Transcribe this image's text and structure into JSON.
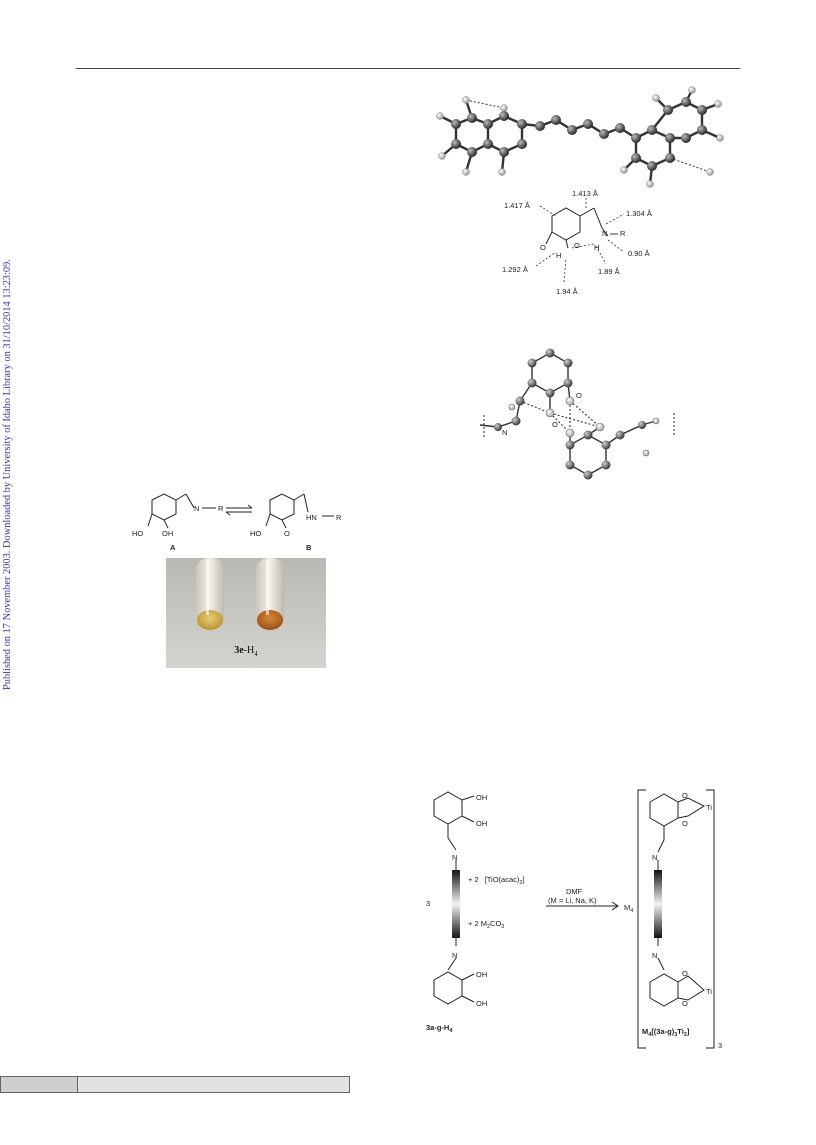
{
  "side_note": "Published on 17 November 2003. Downloaded by University of Idaho Library on 31/10/2014 13:23:09.",
  "h_bond_figure": {
    "labels": {
      "top_bond": "1.413 Å",
      "upper_left_bond": "1.417 Å",
      "upper_right_bond": "1.304 Å",
      "nh_distance": "0.90 Å",
      "co_bond": "1.292 Å",
      "oh_distance": "1.89 Å",
      "h_h_distance": "1.94 Å"
    },
    "atoms": {
      "o1": "O",
      "h1": "H",
      "o2": "O",
      "h2": "H",
      "n": "N",
      "r": "R"
    }
  },
  "dimer_figure": {
    "atoms": {
      "o": "O",
      "n": "N",
      "o_lower": "O"
    }
  },
  "tautomer_figure": {
    "a_label": "A",
    "b_label": "B",
    "a_groups": {
      "ho": "HO",
      "oh": "OH",
      "n": "N",
      "r": "R"
    },
    "b_groups": {
      "ho": "HO",
      "o": "O",
      "hn": "HN",
      "r": "R"
    },
    "photo_caption_bold": "3e",
    "photo_caption_rest": "-H",
    "photo_caption_sub": "4"
  },
  "scheme": {
    "oh_top1": "OH",
    "oh_top2": "OH",
    "n_top": "N",
    "oh_bot1": "OH",
    "oh_bot2": "OH",
    "n_bot": "N",
    "coeff": "3",
    "reagent1_prefix": "+  2",
    "reagent1": "[TiO(acac)",
    "reagent1_sub": "2",
    "reagent1_end": "]",
    "reagent2_prefix": "+  2 M",
    "reagent2_sub": "2",
    "reagent2_end": "CO",
    "reagent2_sub2": "3",
    "solvent": "DMF",
    "conditions": "(M = Li, Na, K)",
    "m4": "M",
    "m4_sub": "4",
    "ti_top": "Ti",
    "ti_bot": "Ti",
    "o_top1": "O",
    "o_top2": "O",
    "o_bot1": "O",
    "o_bot2": "O",
    "n_prod_top": "N",
    "n_prod_bot": "N",
    "bracket_sub": "3",
    "reactant_label": "3a-g-H",
    "reactant_label_sub": "4",
    "product_label": "M",
    "product_label_sub": "4",
    "product_label_rest": "[(3a-g)",
    "product_label_sub2": "3",
    "product_label_rest2": "Ti",
    "product_label_sub3": "2",
    "product_label_end": "]"
  }
}
